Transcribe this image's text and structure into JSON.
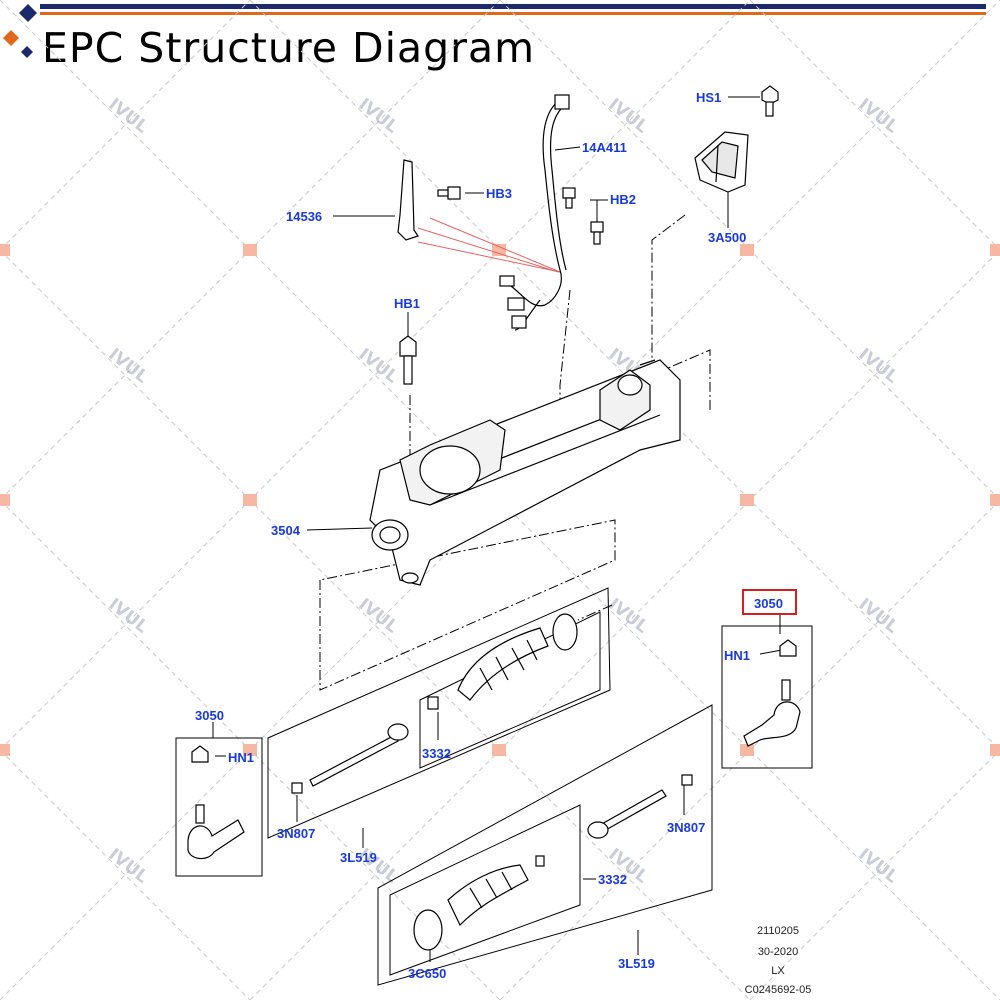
{
  "header": {
    "title": "EPC Structure Diagram",
    "accent_navy": "#1c2a6b",
    "accent_orange": "#e0671c"
  },
  "watermark": {
    "text": "IVUL"
  },
  "callouts": [
    {
      "id": "HS1",
      "label": "HS1"
    },
    {
      "id": "14A411",
      "label": "14A411"
    },
    {
      "id": "HB3",
      "label": "HB3"
    },
    {
      "id": "HB2",
      "label": "HB2"
    },
    {
      "id": "14536",
      "label": "14536"
    },
    {
      "id": "3A500",
      "label": "3A500"
    },
    {
      "id": "HB1",
      "label": "HB1"
    },
    {
      "id": "3504",
      "label": "3504"
    },
    {
      "id": "3050-right",
      "label": "3050",
      "highlighted": true
    },
    {
      "id": "HN1-right",
      "label": "HN1"
    },
    {
      "id": "3050-left",
      "label": "3050"
    },
    {
      "id": "HN1-left",
      "label": "HN1"
    },
    {
      "id": "3332-upper",
      "label": "3332"
    },
    {
      "id": "3N807-left",
      "label": "3N807"
    },
    {
      "id": "3N807-right",
      "label": "3N807"
    },
    {
      "id": "3L519-upper",
      "label": "3L519"
    },
    {
      "id": "3332-lower",
      "label": "3332"
    },
    {
      "id": "3C650",
      "label": "3C650"
    },
    {
      "id": "3L519-lower",
      "label": "3L519"
    }
  ],
  "highlight_color": "#d81e1e",
  "label_color": "#1a3ad6",
  "reference_block": {
    "lines": [
      "2110205",
      "30-2020",
      "LX",
      "C0245692-05"
    ]
  }
}
